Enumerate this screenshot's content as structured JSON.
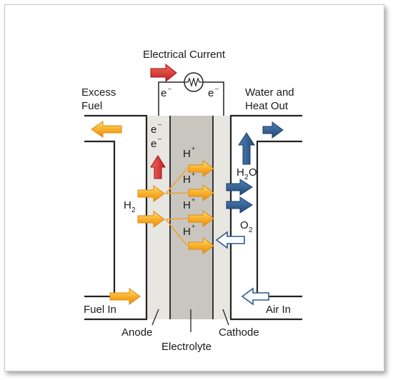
{
  "diagram": {
    "title": "Electrical Current",
    "labels": {
      "excess_fuel_line1": "Excess",
      "excess_fuel_line2": "Fuel",
      "water_heat_line1": "Water and",
      "water_heat_line2": "Heat Out",
      "fuel_in": "Fuel In",
      "air_in": "Air In",
      "anode": "Anode",
      "electrolyte": "Electrolyte",
      "cathode": "Cathode"
    },
    "species": {
      "electron": "e",
      "electron_charge": "–",
      "proton": "H",
      "proton_charge": "+",
      "hydrogen": "H",
      "hydrogen_sub": "2",
      "water_h": "H",
      "water_sub": "2",
      "water_o": "O",
      "oxygen": "O",
      "oxygen_sub": "2"
    },
    "colors": {
      "fuel_arrow": "#f7a51c",
      "current_arrow": "#d8262a",
      "water_arrow": "#2f5b8f",
      "air_arrow_outline": "#2f5b8f",
      "electrolyte": "#c9c6c0",
      "electrode": "#e7e6e1"
    },
    "icons": [
      "resistor-icon",
      "arrow-icon"
    ]
  }
}
